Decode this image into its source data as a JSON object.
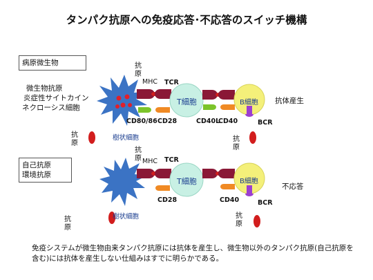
{
  "title": "タンパク抗原への免疫応答･不応答のスイッチ機構",
  "top_panel": {
    "source_box": "病原微生物",
    "antigen_list": [
      "微生物抗原",
      "炎症性サイトカイン",
      "ネクローシス細胞"
    ],
    "antigen_mhc_label": [
      "抗",
      "原",
      "MHC"
    ],
    "tcr_label": "TCR",
    "t_cell_label": "T細胞",
    "b_cell_label": "B細胞",
    "costim_labels": [
      "CD80/86",
      "CD28",
      "CD40L",
      "CD40"
    ],
    "bcr_label": "BCR",
    "dendritic_cell_label": "樹状細胞",
    "free_antigen_left": [
      "抗",
      "原"
    ],
    "free_antigen_right": [
      "抗",
      "原"
    ],
    "outcome": "抗体産生"
  },
  "bottom_panel": {
    "source_box": [
      "自己抗原",
      "環境抗原"
    ],
    "antigen_mhc_label": [
      "抗",
      "原",
      "MHC"
    ],
    "tcr_label": "TCR",
    "t_cell_label": "T細胞",
    "b_cell_label": "B細胞",
    "costim_labels": [
      "CD28",
      "CD40"
    ],
    "bcr_label": "BCR",
    "dendritic_cell_label": "樹状細胞",
    "free_antigen_left": [
      "抗",
      "原"
    ],
    "free_antigen_right": [
      "抗",
      "原"
    ],
    "outcome": "不応答"
  },
  "footer": "免疫システムが微生物由来タンパク抗原には抗体を産生し、微生物以外のタンパク抗原(自己抗原を含む)には抗体を産生しない仕組みはすでに明らかである。",
  "colors": {
    "dendritic_cell": "#3b73c4",
    "dendritic_spots": "#e0202a",
    "t_cell": "#c8f0e4",
    "b_cell": "#f4f07a",
    "mhc": "#8a1836",
    "tcr": "#8a1836",
    "antigen_drop": "#d21d1d",
    "costim_green": "#7cc42a",
    "costim_orange": "#f08a24",
    "costim_purple": "#9b3fd0",
    "cell_text": "#1a3d8f"
  }
}
